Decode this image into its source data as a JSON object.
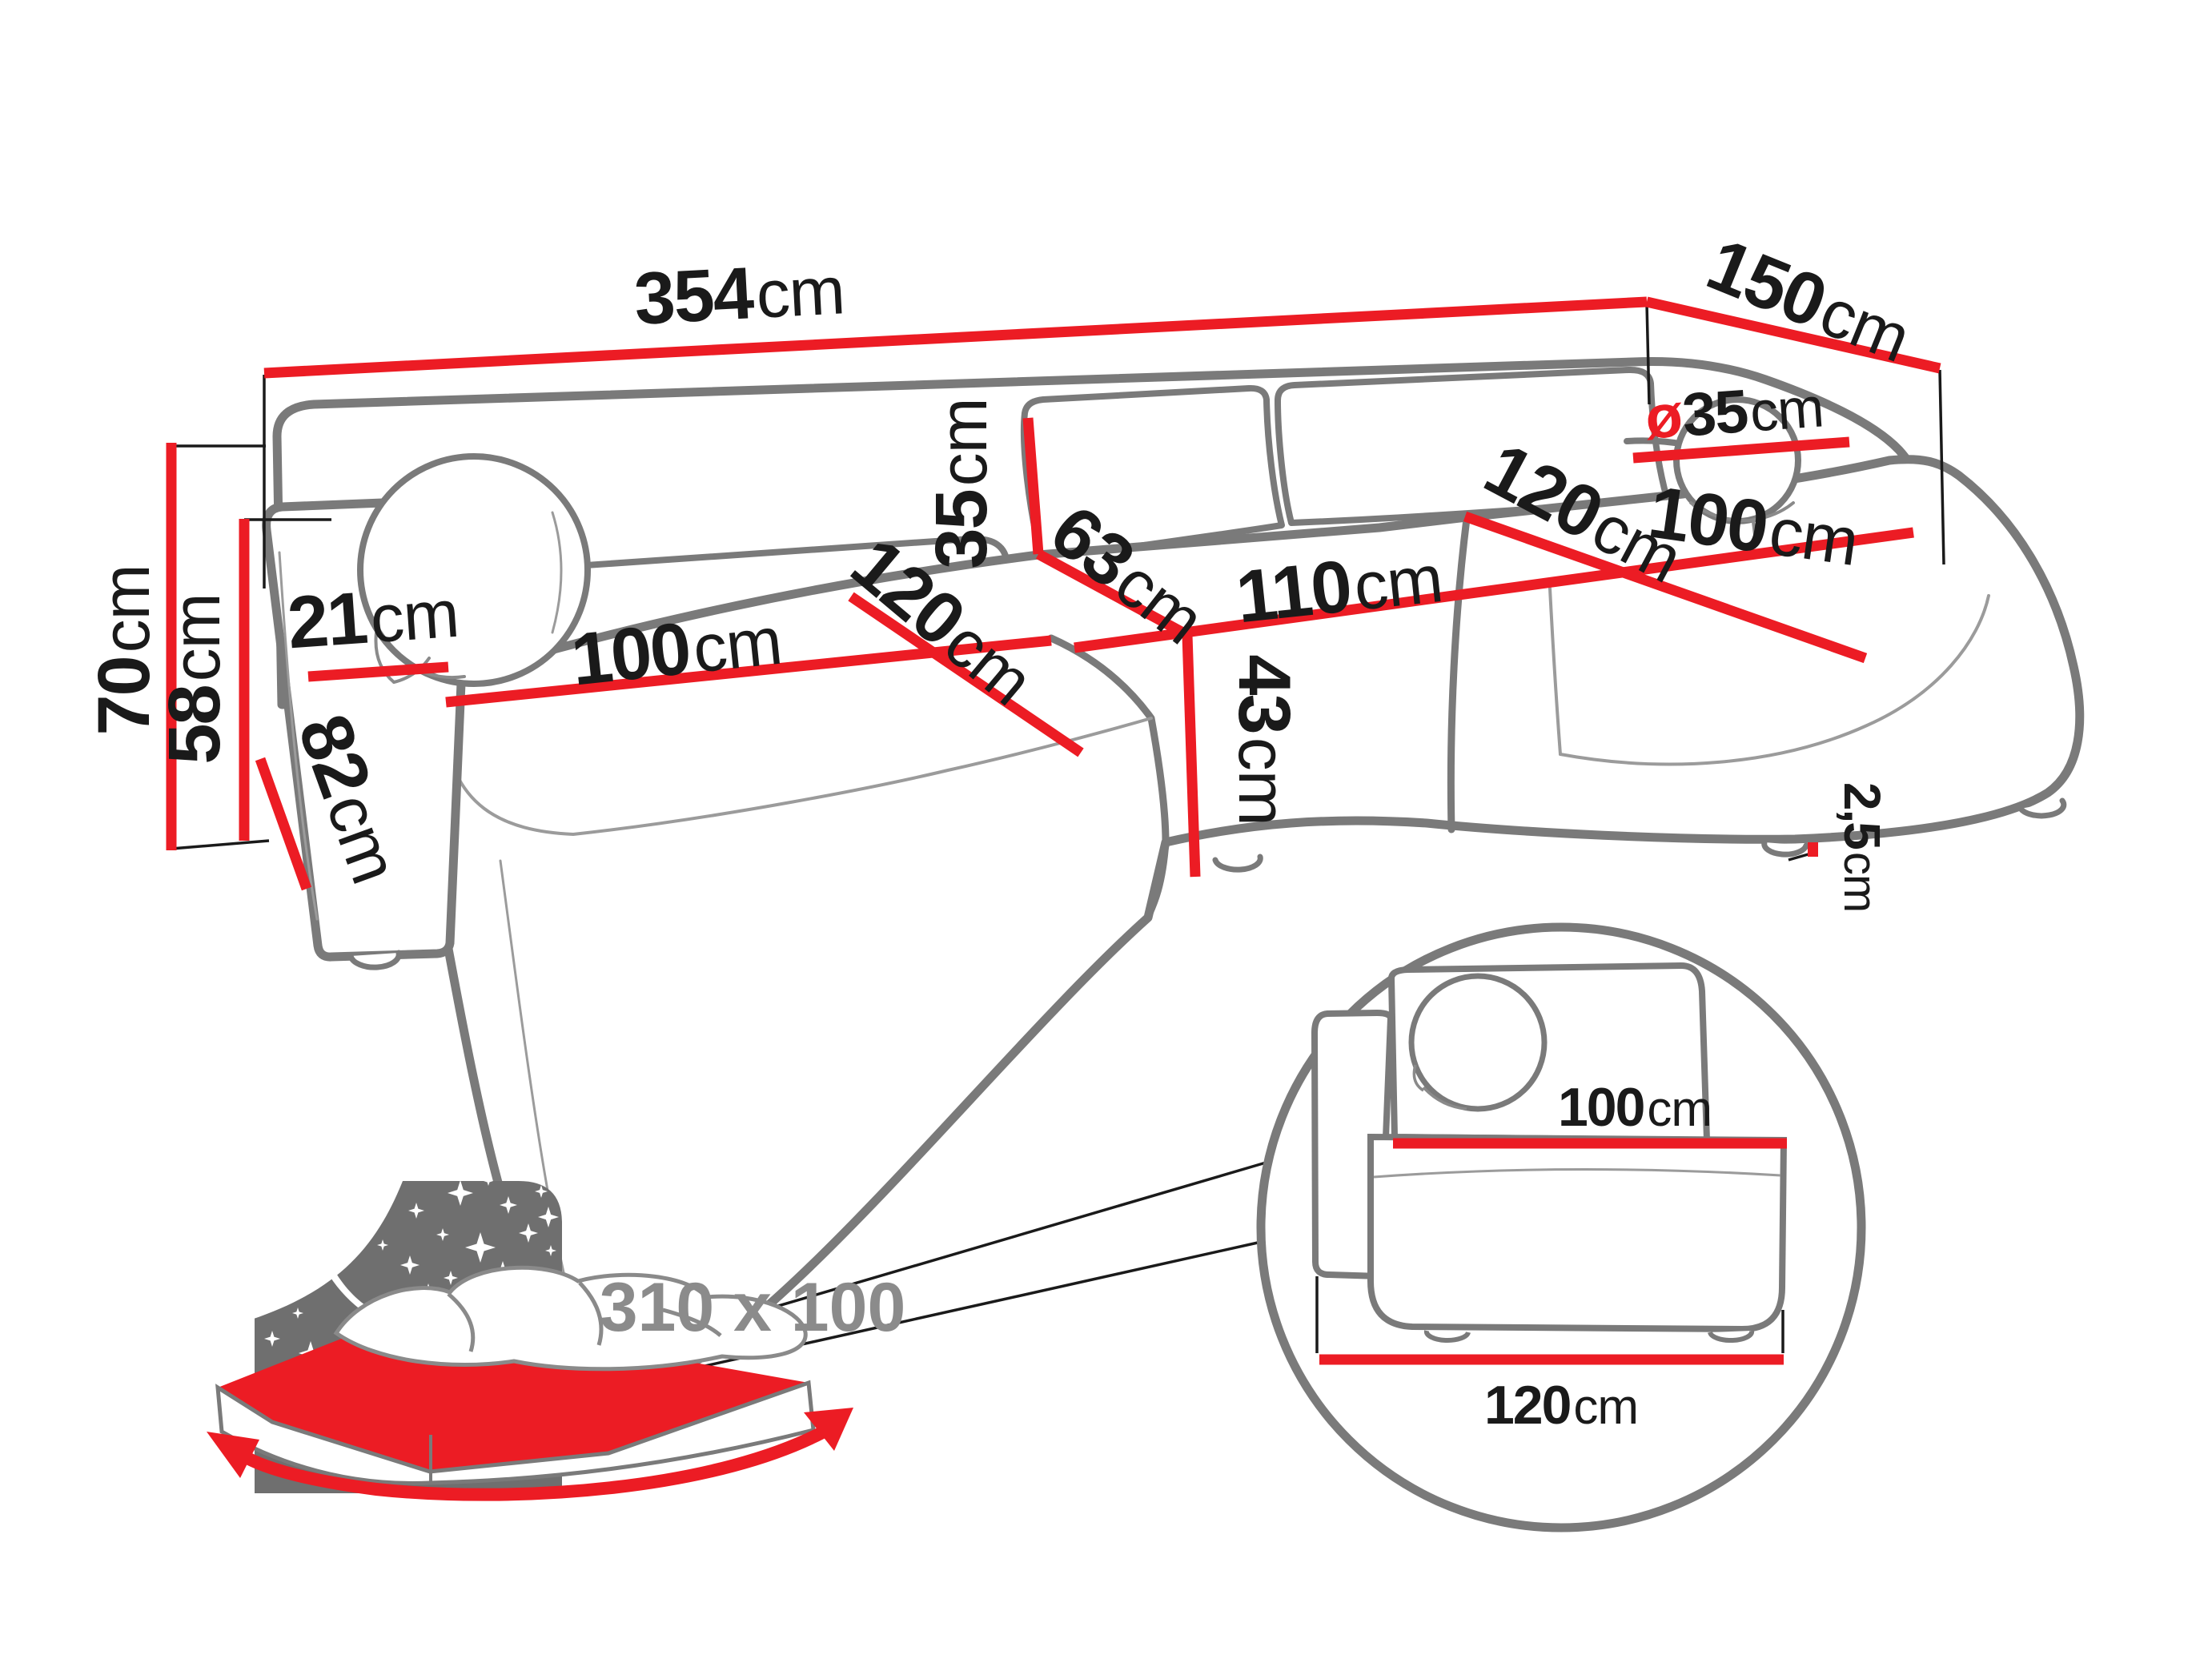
{
  "diagram": {
    "title": "corner-sofa-dimension-diagram",
    "accent_color": "#ec1c24",
    "outline_color": "#7a7a7a",
    "text_color": "#1a1a1a",
    "muted_text_color": "#8b8b8b"
  },
  "dims": {
    "total_width": {
      "value": "354",
      "unit": "cm"
    },
    "total_depth": {
      "value": "150",
      "unit": "cm"
    },
    "total_height": {
      "value": "70",
      "unit": "cm"
    },
    "backrest_height": {
      "value": "58",
      "unit": "cm"
    },
    "armrest_width": {
      "value": "21",
      "unit": "cm"
    },
    "armrest_depth": {
      "value": "82",
      "unit": "cm"
    },
    "seat_width_left": {
      "value": "100",
      "unit": "cm"
    },
    "seat_depth_left": {
      "value": "120",
      "unit": "cm"
    },
    "cushion_height": {
      "value": "35",
      "unit": "cm"
    },
    "backrest_diagonal": {
      "value": "63",
      "unit": "cm"
    },
    "seat_width_middle": {
      "value": "110",
      "unit": "cm"
    },
    "seat_height": {
      "value": "43",
      "unit": "cm"
    },
    "chaise_depth": {
      "value": "120",
      "unit": "cm"
    },
    "chaise_width": {
      "value": "100",
      "unit": "cm"
    },
    "pillow_diameter": {
      "symbol": "ø",
      "value": "35",
      "unit": "cm"
    },
    "leg_height": {
      "value": "2,5",
      "unit": "cm"
    }
  },
  "sleeping_area": {
    "label": "310 x 100"
  },
  "inset": {
    "module_width": {
      "value": "100",
      "unit": "cm"
    },
    "module_depth": {
      "value": "120",
      "unit": "cm"
    }
  }
}
